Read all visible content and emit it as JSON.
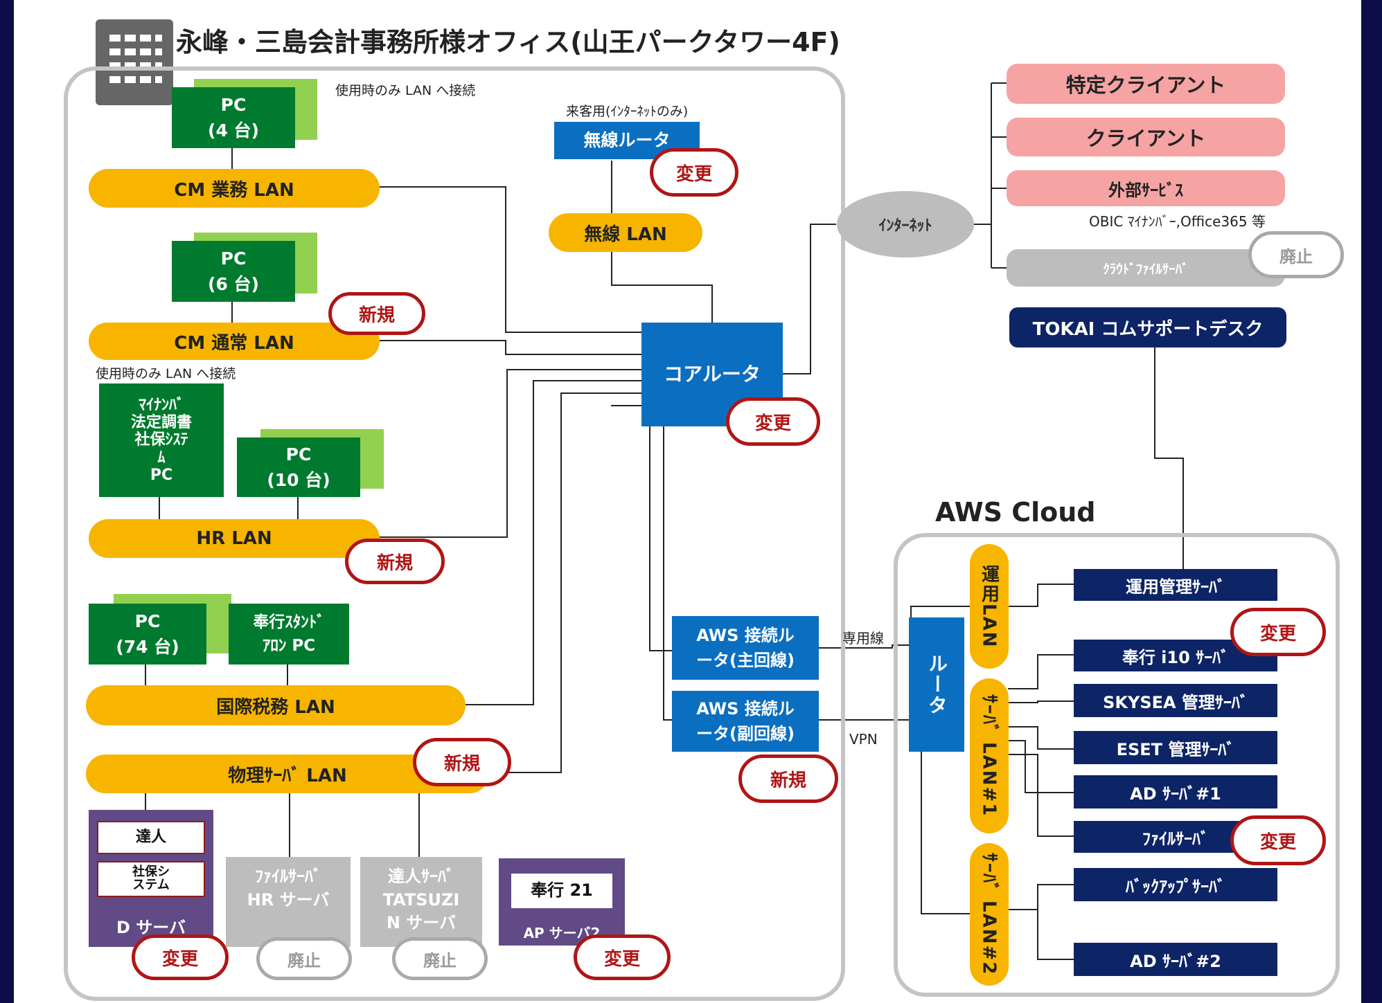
{
  "title": "永峰・三島会計事務所様オフィス(山王パークタワー4F)",
  "notes": {
    "lan_only_1": "使用時のみ LAN へ接続",
    "lan_only_2": "使用時のみ LAN へ接続",
    "guest": "来客用(ｲﾝﾀｰﾈｯﾄのみ)"
  },
  "office": {
    "pc_groups": [
      {
        "label": "PC\n(4 台)"
      },
      {
        "label": "PC\n(6 台)"
      },
      {
        "label": "PC\n(10 台)"
      },
      {
        "label": "PC\n(74 台)"
      },
      {
        "label": "奉行ｽﾀﾝﾄﾞ\nｱﾛﾝ PC"
      }
    ],
    "mynumber_pc": {
      "line1": "ﾏｲﾅﾝﾊﾞ",
      "line2": "法定調書",
      "line3": "社保ｼｽﾃ\nﾑ",
      "line4": "PC"
    },
    "lans": {
      "cm_business": "CM 業務 LAN",
      "cm_normal": "CM 通常 LAN",
      "hr": "HR LAN",
      "intl_tax": "国際税務 LAN",
      "physical_server": "物理ｻｰﾊﾞ LAN",
      "wireless": "無線 LAN"
    },
    "wireless_router": "無線ルータ",
    "core_router": "コアルータ",
    "aws_router_primary": "AWS 接続ル\nータ(主回線)",
    "aws_router_secondary": "AWS 接続ル\nータ(副回線)",
    "servers": {
      "d_server": {
        "items": [
          "達人",
          "社保シ\nステム"
        ],
        "label": "D サーバ"
      },
      "file_hr": "ﾌｧｲﾙｻｰﾊﾞ\nHR サーバ",
      "tatsuzin": "達人ｻｰﾊﾞ\nTATSUZI\nN サーバ",
      "ap_server": {
        "item": "奉行 21",
        "label": "AP サーバ2"
      }
    }
  },
  "links": {
    "dedicated": "専用線",
    "vpn": "VPN"
  },
  "internet": {
    "label": "ｲﾝﾀｰﾈｯﾄ",
    "specific_client": "特定クライアント",
    "client": "クライアント",
    "external": "外部ｻｰﾋﾞｽ",
    "external_note": "OBIC ﾏｲﾅﾝﾊﾞｰ,Office365 等",
    "cloud_file": "ｸﾗｳﾄﾞﾌｧｲﾙｻｰﾊﾞ"
  },
  "tokai": "TOKAI コムサポートデスク",
  "aws": {
    "title": "AWS Cloud",
    "router": "ルータ",
    "lans": {
      "ops": "運用LAN",
      "server1": "ｻｰﾊﾞ LAN#1",
      "server2": "ｻｰﾊﾞ LAN#2"
    },
    "servers": [
      "運用管理ｻｰﾊﾞ",
      "奉行 i10 ｻｰﾊﾞ",
      "SKYSEA 管理ｻｰﾊﾞ",
      "ESET 管理ｻｰﾊﾞ",
      "AD ｻｰﾊﾞ#1",
      "ﾌｧｲﾙｻｰﾊﾞ",
      "ﾊﾞｯｸｱｯﾌﾟｻｰﾊﾞ",
      "AD ｻｰﾊﾞ#2"
    ]
  },
  "tags": {
    "change": "変更",
    "new": "新規",
    "abolish": "廃止"
  },
  "colors": {
    "lan": "#f7b500",
    "pc": "#007a2e",
    "router": "#0b6fc1",
    "navy": "#0d2466",
    "tag_red": "#b01515",
    "client": "#f6a3a3"
  }
}
